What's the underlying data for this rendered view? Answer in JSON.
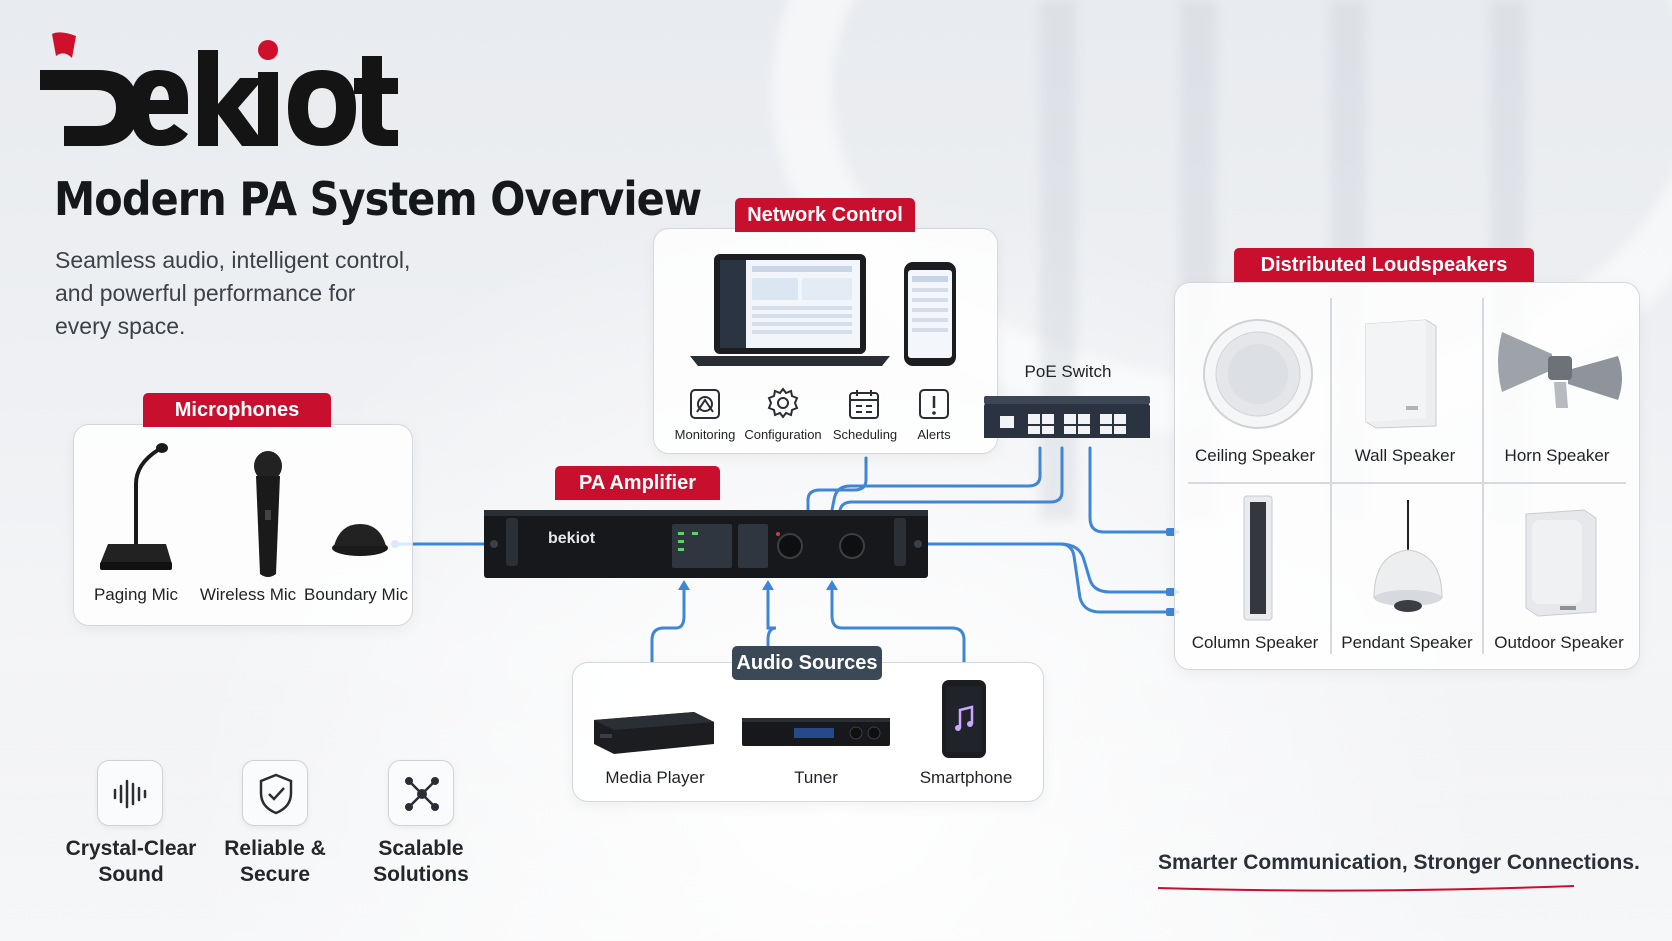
{
  "brand": {
    "logo_text": "bekiot",
    "amp_logo_text": "bekiot"
  },
  "header": {
    "title": "Modern PA System Overview",
    "subtitle_lines": [
      "Seamless audio, intelligent control,",
      "and powerful performance for",
      "every space."
    ]
  },
  "microphones": {
    "tag": "Microphones",
    "items": [
      {
        "label": "Paging Mic",
        "icon": "paging-mic-icon"
      },
      {
        "label": "Wireless Mic",
        "icon": "wireless-mic-icon"
      },
      {
        "label": "Boundary Mic",
        "icon": "boundary-mic-icon"
      }
    ]
  },
  "network": {
    "tag": "Network Control",
    "items": [
      {
        "label": "Monitoring",
        "icon": "monitoring-icon"
      },
      {
        "label": "Configuration",
        "icon": "gear-icon"
      },
      {
        "label": "Scheduling",
        "icon": "calendar-icon"
      },
      {
        "label": "Alerts",
        "icon": "alert-icon"
      }
    ]
  },
  "poe": {
    "label": "PoE Switch"
  },
  "amplifier": {
    "tag": "PA Amplifier"
  },
  "audio_sources": {
    "tag": "Audio Sources",
    "items": [
      {
        "label": "Media Player",
        "icon": "media-player-icon"
      },
      {
        "label": "Tuner",
        "icon": "tuner-icon"
      },
      {
        "label": "Smartphone",
        "icon": "smartphone-icon"
      }
    ]
  },
  "loudspeakers": {
    "tag": "Distributed Loudspeakers",
    "items": [
      {
        "label": "Ceiling Speaker",
        "icon": "ceiling-speaker-icon"
      },
      {
        "label": "Wall Speaker",
        "icon": "wall-speaker-icon"
      },
      {
        "label": "Horn Speaker",
        "icon": "horn-speaker-icon"
      },
      {
        "label": "Column Speaker",
        "icon": "column-speaker-icon"
      },
      {
        "label": "Pendant Speaker",
        "icon": "pendant-speaker-icon"
      },
      {
        "label": "Outdoor Speaker",
        "icon": "outdoor-speaker-icon"
      }
    ]
  },
  "features": [
    {
      "line1": "Crystal-Clear",
      "line2": "Sound",
      "icon": "soundwave-icon"
    },
    {
      "line1": "Reliable &",
      "line2": "Secure",
      "icon": "shield-check-icon"
    },
    {
      "line1": "Scalable",
      "line2": "Solutions",
      "icon": "network-nodes-icon"
    }
  ],
  "footer": {
    "slogan": "Smarter Communication, Stronger Connections."
  },
  "colors": {
    "accent": "#c8102e",
    "cable": "#3f86d6",
    "dark_tag": "#3b4856"
  }
}
